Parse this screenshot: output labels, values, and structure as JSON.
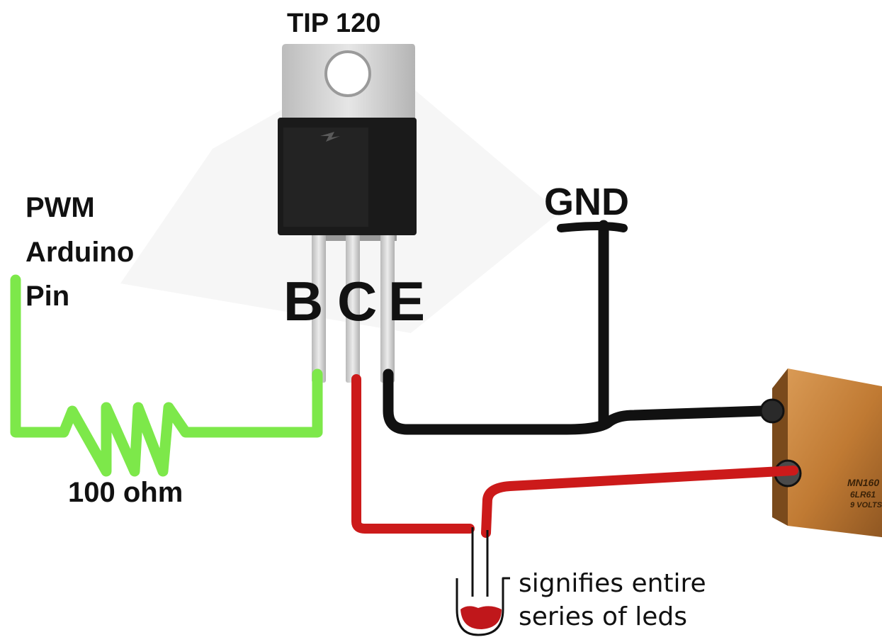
{
  "transistor": {
    "title": "TIP 120",
    "pins": [
      "B",
      "C",
      "E"
    ]
  },
  "pwm_label": [
    "PWM",
    "Arduino",
    "Pin"
  ],
  "ground_label": "GND",
  "resistor_label": "100 ohm",
  "led_note": [
    "signifies entire",
    "series of leds"
  ],
  "battery": {
    "text_lines": [
      "MN160",
      "6LR61",
      "9 VOLTS"
    ],
    "color": "#c07a33"
  },
  "colors": {
    "signal_wire": "#7de84a",
    "positive_wire": "#cc1a1a",
    "ground_wire": "#111111",
    "transistor_tab": "#d2d2d2",
    "transistor_body": "#1a1a1a",
    "led": "#c0171b"
  }
}
